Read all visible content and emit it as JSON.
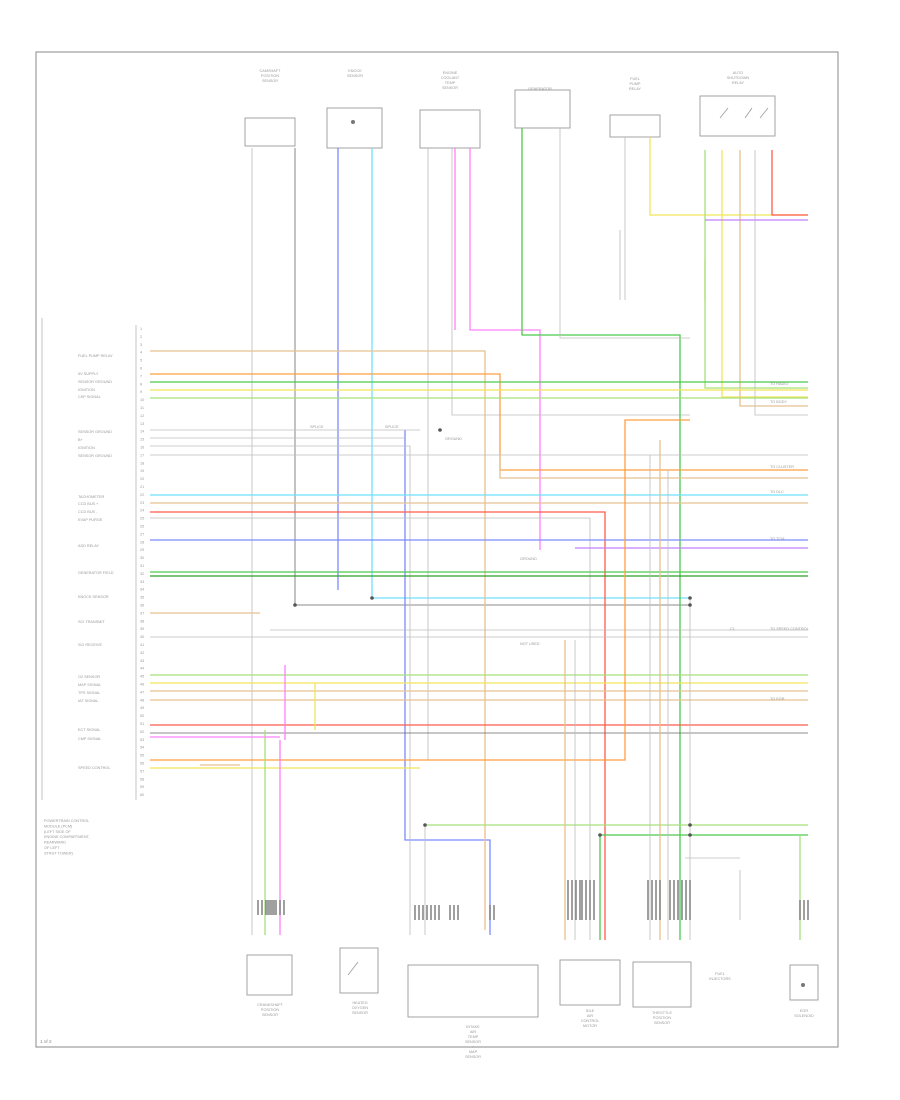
{
  "diagram": {
    "footer_code": "1 of 2",
    "ecm_caption": [
      "POWERTRAIN CONTROL",
      "MODULE (PCM)",
      "(LEFT SIDE OF",
      "ENGINE COMPARTMENT,",
      "REARWARD",
      "OF LEFT",
      "STRUT TOWER)"
    ],
    "top_components": [
      "CAMSHAFT POSITION SENSOR",
      "KNOCK SENSOR",
      "ENGINE COOLANT TEMP SENSOR",
      "GENERATOR",
      "FUEL PUMP RELAY",
      "AUTO SHUTDOWN RELAY"
    ],
    "bottom_components": [
      "CRANKSHAFT POSITION SENSOR",
      "HEATED OXYGEN SENSOR",
      "INTAKE AIR TEMP SENSOR / MAP SENSOR",
      "IDLE AIR CONTROL MOTOR",
      "THROTTLE POSITION SENSOR",
      "FUEL INJECTORS",
      "EGR SOLENOID"
    ],
    "pin_labels": [
      "FUEL PUMP RELAY",
      "5V SUPPLY",
      "SENSOR GROUND",
      "IGNITION",
      "CKP SIGNAL",
      "SENSOR GROUND",
      "B+",
      "IGNITION",
      "SENSOR GROUND",
      "TACHOMETER",
      "CCD BUS +",
      "CCD BUS -",
      "EVAP PURGE",
      "ASD RELAY",
      "GENERATOR FIELD",
      "KNOCK SENSOR",
      "SCI TRANSMIT",
      "SCI RECEIVE",
      "O2 SENSOR",
      "MAP SIGNAL",
      "TPS SIGNAL",
      "IAT SIGNAL",
      "ECT SIGNAL",
      "CMP SIGNAL",
      "SPEED CONTROL"
    ],
    "pin_numbers": [
      "1",
      "2",
      "3",
      "4",
      "5",
      "6",
      "7",
      "8",
      "9",
      "10",
      "11",
      "12",
      "13",
      "14",
      "15",
      "16",
      "17",
      "18",
      "19",
      "20",
      "21",
      "22",
      "23",
      "24",
      "25",
      "26",
      "27",
      "28",
      "29",
      "30",
      "31",
      "32",
      "33",
      "34",
      "35",
      "36",
      "37",
      "38",
      "39",
      "40",
      "41",
      "42",
      "43",
      "44",
      "45",
      "46",
      "47",
      "48",
      "49",
      "50",
      "51",
      "52",
      "53",
      "54",
      "55",
      "56",
      "57",
      "58",
      "59",
      "60"
    ],
    "wire_colors": {
      "orange": "#ff9f40",
      "green": "#4cc94c",
      "light_green": "#a8e07a",
      "yellow": "#f2e55a",
      "red": "#ff5a4a",
      "light_blue": "#70e0ff",
      "blue": "#7a8cff",
      "pink": "#ff80ff",
      "violet": "#c080ff",
      "tan": "#e8c090",
      "dark_green": "#2aa02a",
      "gray": "#bdbdbd",
      "black": "#666666"
    },
    "right_connector_labels": [
      "TO RADIO",
      "TO BODY",
      "TO CLUSTER",
      "TO DLC",
      "TO TCM",
      "TO SPEED CONTROL",
      "TO EGR"
    ],
    "center_labels": [
      "SPLICE",
      "SPLICE",
      "GROUND",
      "GROUND",
      "NOT USED"
    ],
    "connector_code": "C1"
  }
}
